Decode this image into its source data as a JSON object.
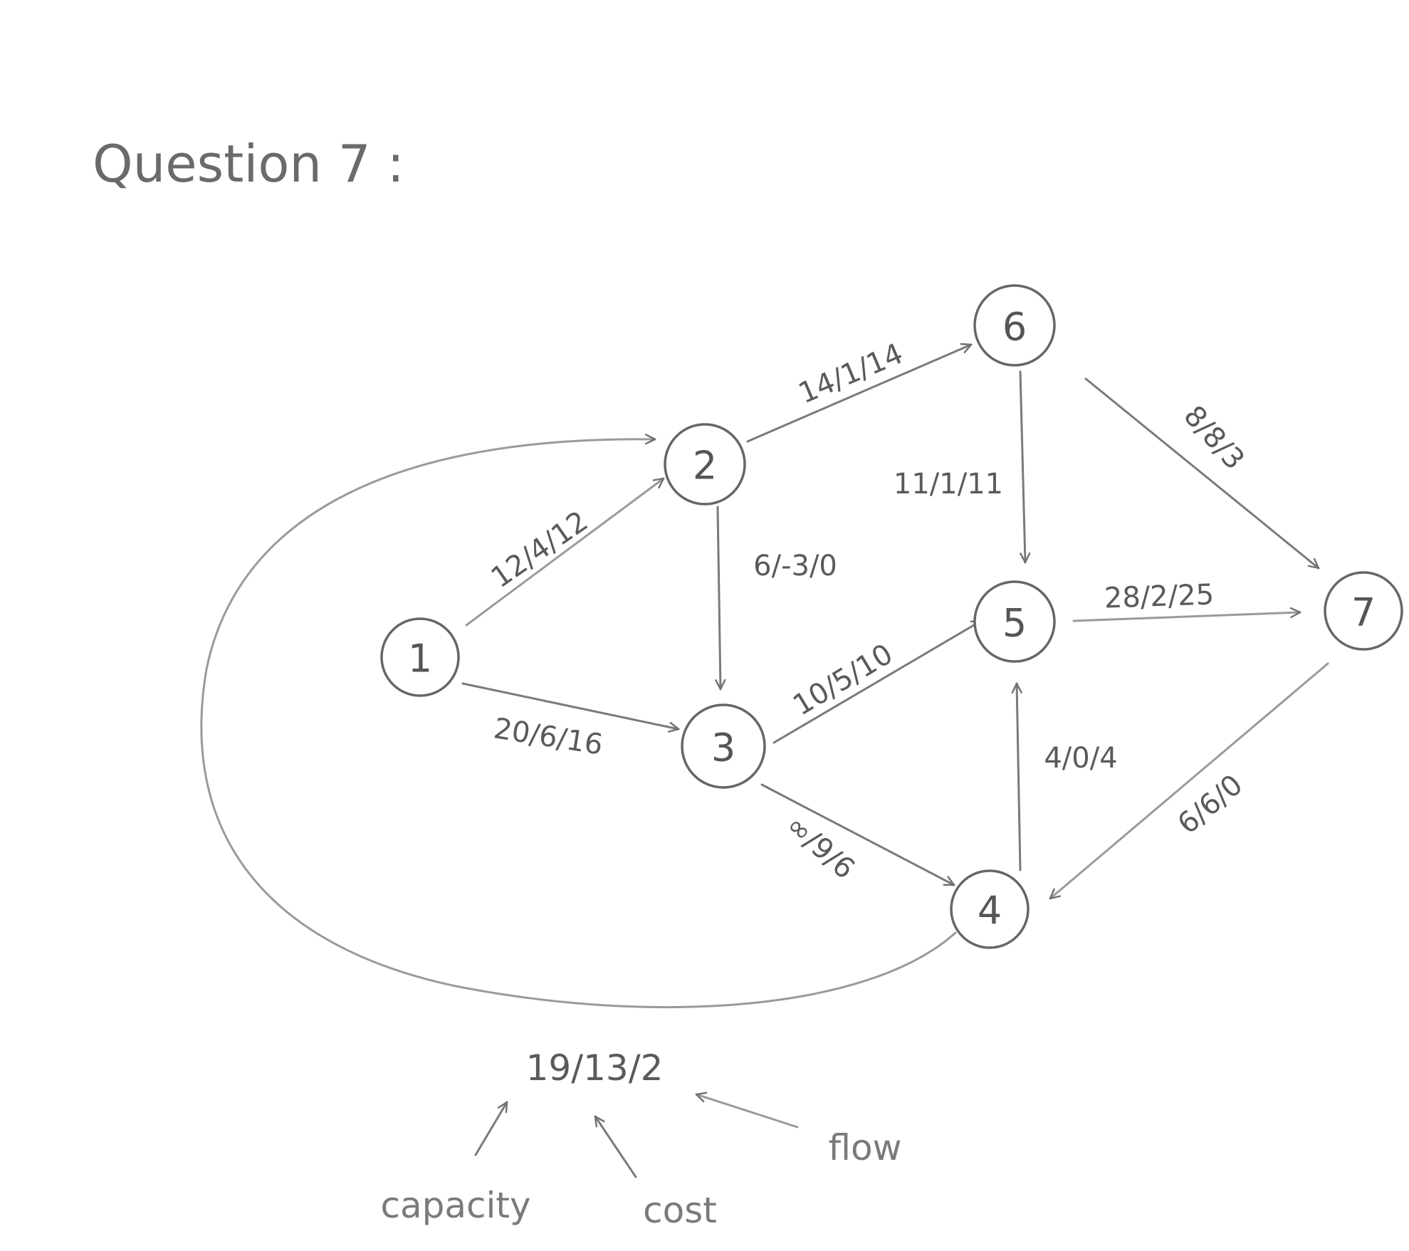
{
  "title": "Question 7 :",
  "nodes": [
    {
      "id": "1",
      "label": "1"
    },
    {
      "id": "2",
      "label": "2"
    },
    {
      "id": "3",
      "label": "3"
    },
    {
      "id": "4",
      "label": "4"
    },
    {
      "id": "5",
      "label": "5"
    },
    {
      "id": "6",
      "label": "6"
    },
    {
      "id": "7",
      "label": "7"
    }
  ],
  "edges": [
    {
      "from": "1",
      "to": "2",
      "label": "12/4/12"
    },
    {
      "from": "1",
      "to": "3",
      "label": "20/6/16"
    },
    {
      "from": "2",
      "to": "6",
      "label": "14/1/14"
    },
    {
      "from": "2",
      "to": "3",
      "label": "6/-3/0"
    },
    {
      "from": "6",
      "to": "5",
      "label": "11/1/11"
    },
    {
      "from": "6",
      "to": "7",
      "label": "8/8/3"
    },
    {
      "from": "3",
      "to": "5",
      "label": "10/5/10"
    },
    {
      "from": "5",
      "to": "7",
      "label": "28/2/25"
    },
    {
      "from": "3",
      "to": "4",
      "label": "∞/9/6"
    },
    {
      "from": "4",
      "to": "5",
      "label": "4/0/4"
    },
    {
      "from": "7",
      "to": "4",
      "label": "6/6/0"
    },
    {
      "from": "4",
      "to": "2",
      "label": "19/13/2"
    }
  ],
  "legend": {
    "example": "19/13/2",
    "capacity": "capacity",
    "cost": "cost",
    "flow": "flow"
  }
}
